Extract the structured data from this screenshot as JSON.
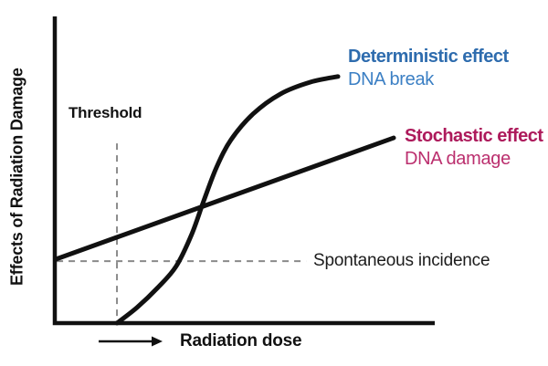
{
  "colors": {
    "curve_black": "#111111",
    "dash_gray": "#8a8a8a",
    "deterministic_title": "#2e6cae",
    "deterministic_sub": "#3b7fc4",
    "stochastic_title": "#ad1a5b",
    "stochastic_sub": "#bb2f6e",
    "text_black": "#111111",
    "background": "#ffffff"
  },
  "labels": {
    "y_axis": "Effects of Radiation Damage",
    "x_axis": "Radiation dose",
    "threshold": "Threshold",
    "spontaneous": "Spontaneous incidence",
    "deterministic_title": "Deterministic effect",
    "deterministic_sub": "DNA break",
    "stochastic_title": "Stochastic effect",
    "stochastic_sub": "DNA damage"
  },
  "chart_data": {
    "type": "line",
    "title": "",
    "xlabel": "Radiation dose",
    "ylabel": "Effects of Radiation Damage",
    "x_range": [
      0,
      100
    ],
    "y_range": [
      0,
      100
    ],
    "grid": false,
    "legend_position": "right-inline",
    "series": [
      {
        "name": "Deterministic effect (DNA break)",
        "shape": "sigmoid",
        "color": "#111111",
        "points": [
          [
            16.4,
            0
          ],
          [
            21.7,
            5.1
          ],
          [
            27.2,
            11.6
          ],
          [
            32.0,
            18.5
          ],
          [
            36.1,
            28.9
          ],
          [
            39.3,
            39.9
          ],
          [
            42.7,
            50.9
          ],
          [
            46.5,
            59.8
          ],
          [
            52.3,
            68.2
          ],
          [
            59.5,
            74.7
          ],
          [
            67.5,
            78.6
          ],
          [
            74.7,
            80.4
          ]
        ]
      },
      {
        "name": "Stochastic effect (DNA damage)",
        "shape": "linear",
        "color": "#111111",
        "points": [
          [
            0.2,
            20.8
          ],
          [
            89.4,
            60.4
          ]
        ]
      }
    ],
    "reference_lines": {
      "threshold": {
        "x": 16.4,
        "y_from": 0.3,
        "y_to": 58.6,
        "style": "dashed"
      },
      "spontaneous_incidence": {
        "y": 20.2,
        "x_from": 0.5,
        "x_to": 66.3,
        "style": "dashed"
      }
    }
  }
}
